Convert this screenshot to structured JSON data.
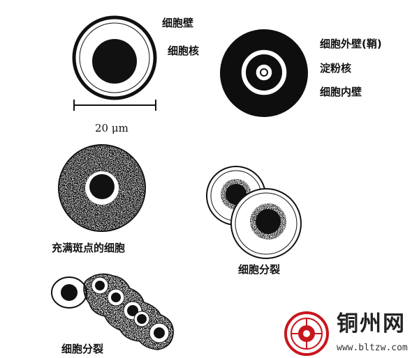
{
  "colors": {
    "ink": "#111111",
    "background": "#ffffff",
    "logo_red": "#c8161d"
  },
  "labels": {
    "cell_wall": "细胞壁",
    "cell_nucleus": "细胞核",
    "scale_bar": "20 μm",
    "outer_wall": "细胞外壁(鞘)",
    "starch_nucleus": "淀粉核",
    "inner_wall": "细胞内壁",
    "spotted_cell": "充满斑点的细胞",
    "cell_division_right": "细胞分裂",
    "cell_division_left": "细胞分裂"
  },
  "watermark": {
    "title": "铜州网",
    "url": "www.bltzw.com"
  }
}
